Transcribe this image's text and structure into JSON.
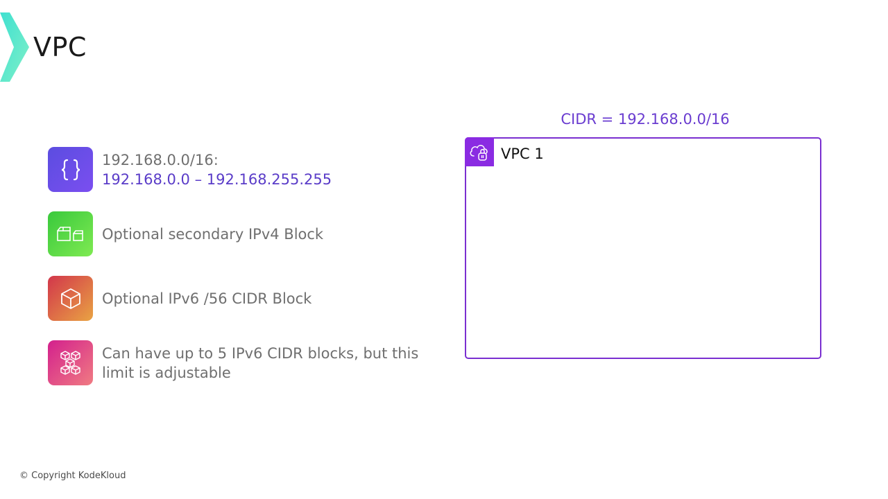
{
  "slide": {
    "title": "VPC",
    "copyright": "© Copyright KodeKloud"
  },
  "bullets": [
    {
      "icon": "braces-icon",
      "color": "#6b4ce6",
      "line1": "192.168.0.0/16:",
      "line2": "192.168.0.0 – 192.168.255.255"
    },
    {
      "icon": "blocks-icon",
      "color": "#4fd543",
      "text": "Optional secondary IPv4 Block"
    },
    {
      "icon": "cube-icon",
      "color": "#df6a47",
      "text": "Optional IPv6 /56 CIDR Block"
    },
    {
      "icon": "cubes-icon",
      "color": "#e24b87",
      "text": "Can have up to 5 IPv6 CIDR blocks, but this limit is adjustable"
    }
  ],
  "diagram": {
    "cidr_label": "CIDR = 192.168.0.0/16",
    "vpc_name": "VPC 1",
    "vpc_icon": "vpc-cloud-lock-icon",
    "border_color": "#7a2fd0"
  }
}
